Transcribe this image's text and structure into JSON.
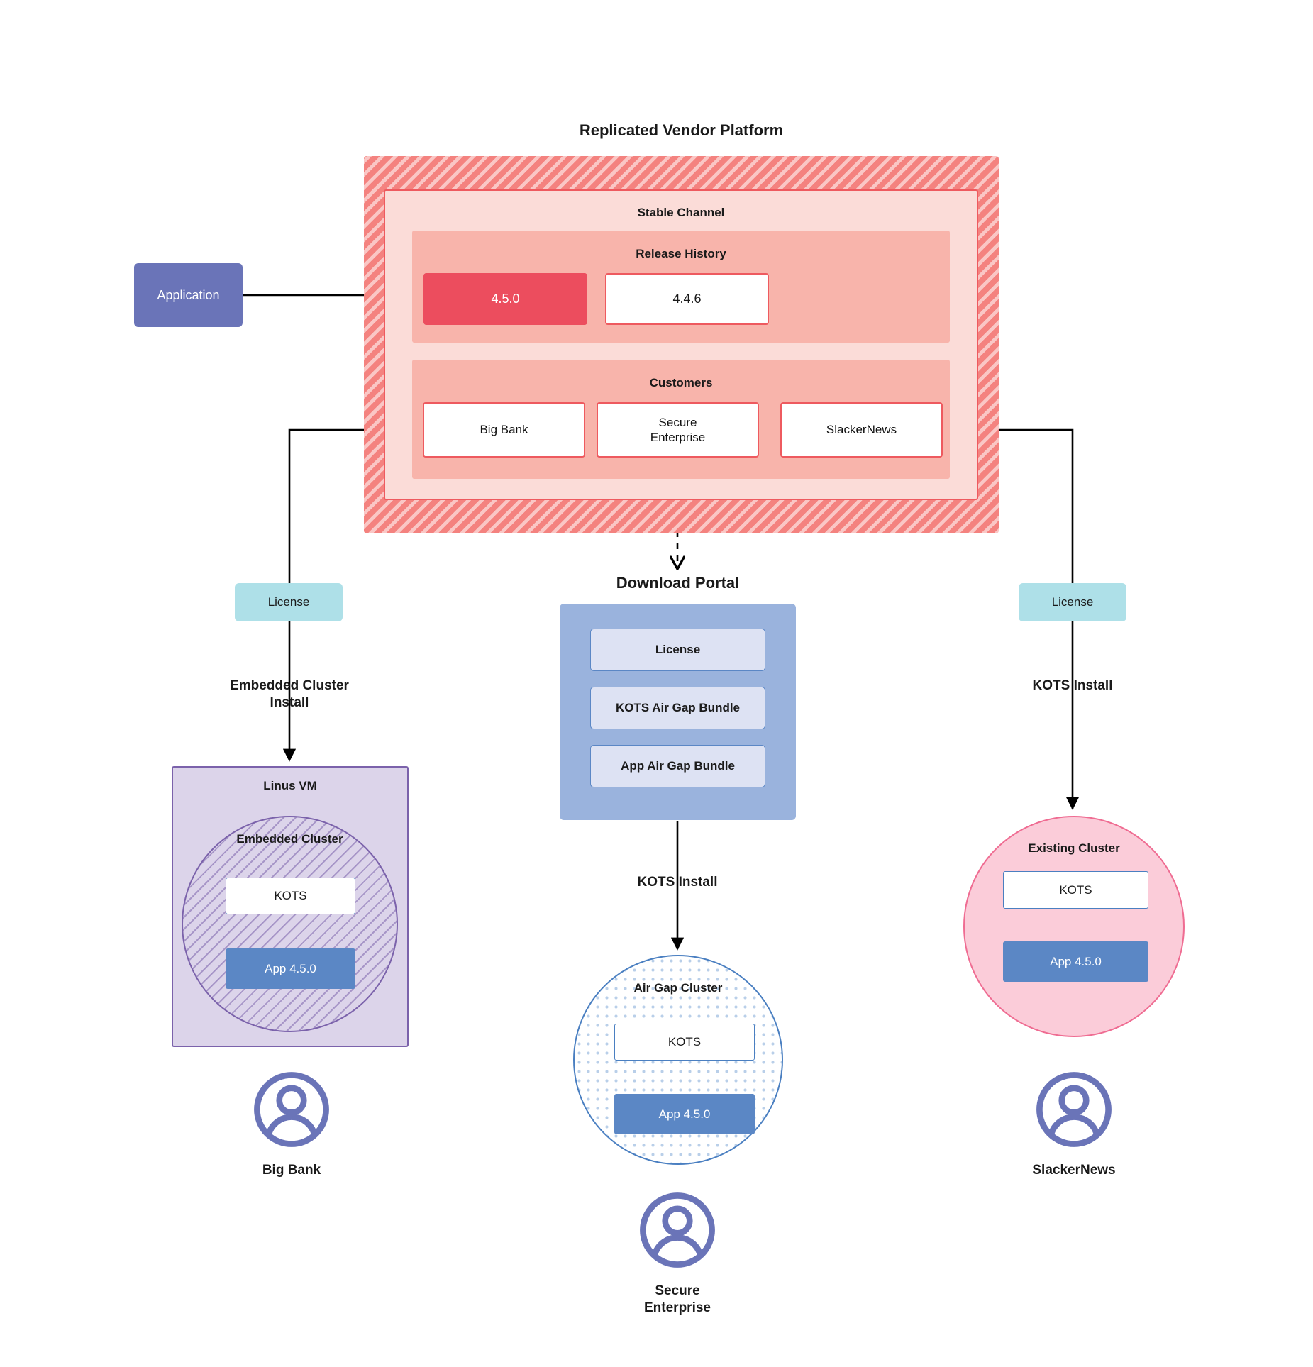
{
  "diagram": {
    "title": "Replicated Vendor Platform",
    "platform": {
      "label": "Replicated Vendor Platform",
      "channel": {
        "label": "Stable Channel",
        "release_history": {
          "label": "Release History",
          "releases": [
            {
              "version": "4.5.0",
              "state": "current"
            },
            {
              "version": "4.4.6",
              "state": "previous"
            }
          ]
        },
        "customers": {
          "label": "Customers",
          "items": [
            {
              "name": "Big Bank"
            },
            {
              "name": "Secure\nEnterprise"
            },
            {
              "name": "SlackerNews"
            }
          ]
        }
      }
    },
    "application": {
      "label": "Application"
    },
    "download_portal": {
      "label": "Download  Portal",
      "items": [
        {
          "label": "License"
        },
        {
          "label": "KOTS Air Gap Bundle"
        },
        {
          "label": "App Air Gap Bundle"
        }
      ]
    },
    "license_chips": [
      {
        "label": "License",
        "side": "left"
      },
      {
        "label": "License",
        "side": "right"
      }
    ],
    "install_labels": {
      "left": "Embedded Cluster\nInstall",
      "center": "KOTS Install",
      "right": "KOTS Install"
    },
    "targets": {
      "left": {
        "host_label": "Linus VM",
        "cluster_label": "Embedded Cluster",
        "kots_label": "KOTS",
        "app_label": "App 4.5.0",
        "customer_label": "Big Bank"
      },
      "center": {
        "cluster_label": "Air Gap Cluster",
        "kots_label": "KOTS",
        "app_label": "App 4.5.0",
        "customer_label": "Secure\nEnterprise"
      },
      "right": {
        "cluster_label": "Existing Cluster",
        "kots_label": "KOTS",
        "app_label": "App 4.5.0",
        "customer_label": "SlackerNews"
      }
    },
    "colors": {
      "platform_hatch": "#f4827f",
      "channel_bg": "#fbdcd8",
      "band_bg": "#f8b4ab",
      "release_current": "#ec4d5e",
      "red_border": "#ee5a5f",
      "application": "#6a74b8",
      "license_chip": "#aee0e8",
      "portal_bg": "#9ab3dd",
      "portal_item": "#dde2f3",
      "blue_border": "#5b87c5",
      "app_box": "#5b87c5",
      "vm_bg": "#dcd4ea",
      "vm_border": "#7b62ab",
      "existing_bg": "#fbccd9",
      "existing_border": "#ef6c92",
      "avatar": "#6a74b8",
      "edge": "#000000"
    }
  }
}
